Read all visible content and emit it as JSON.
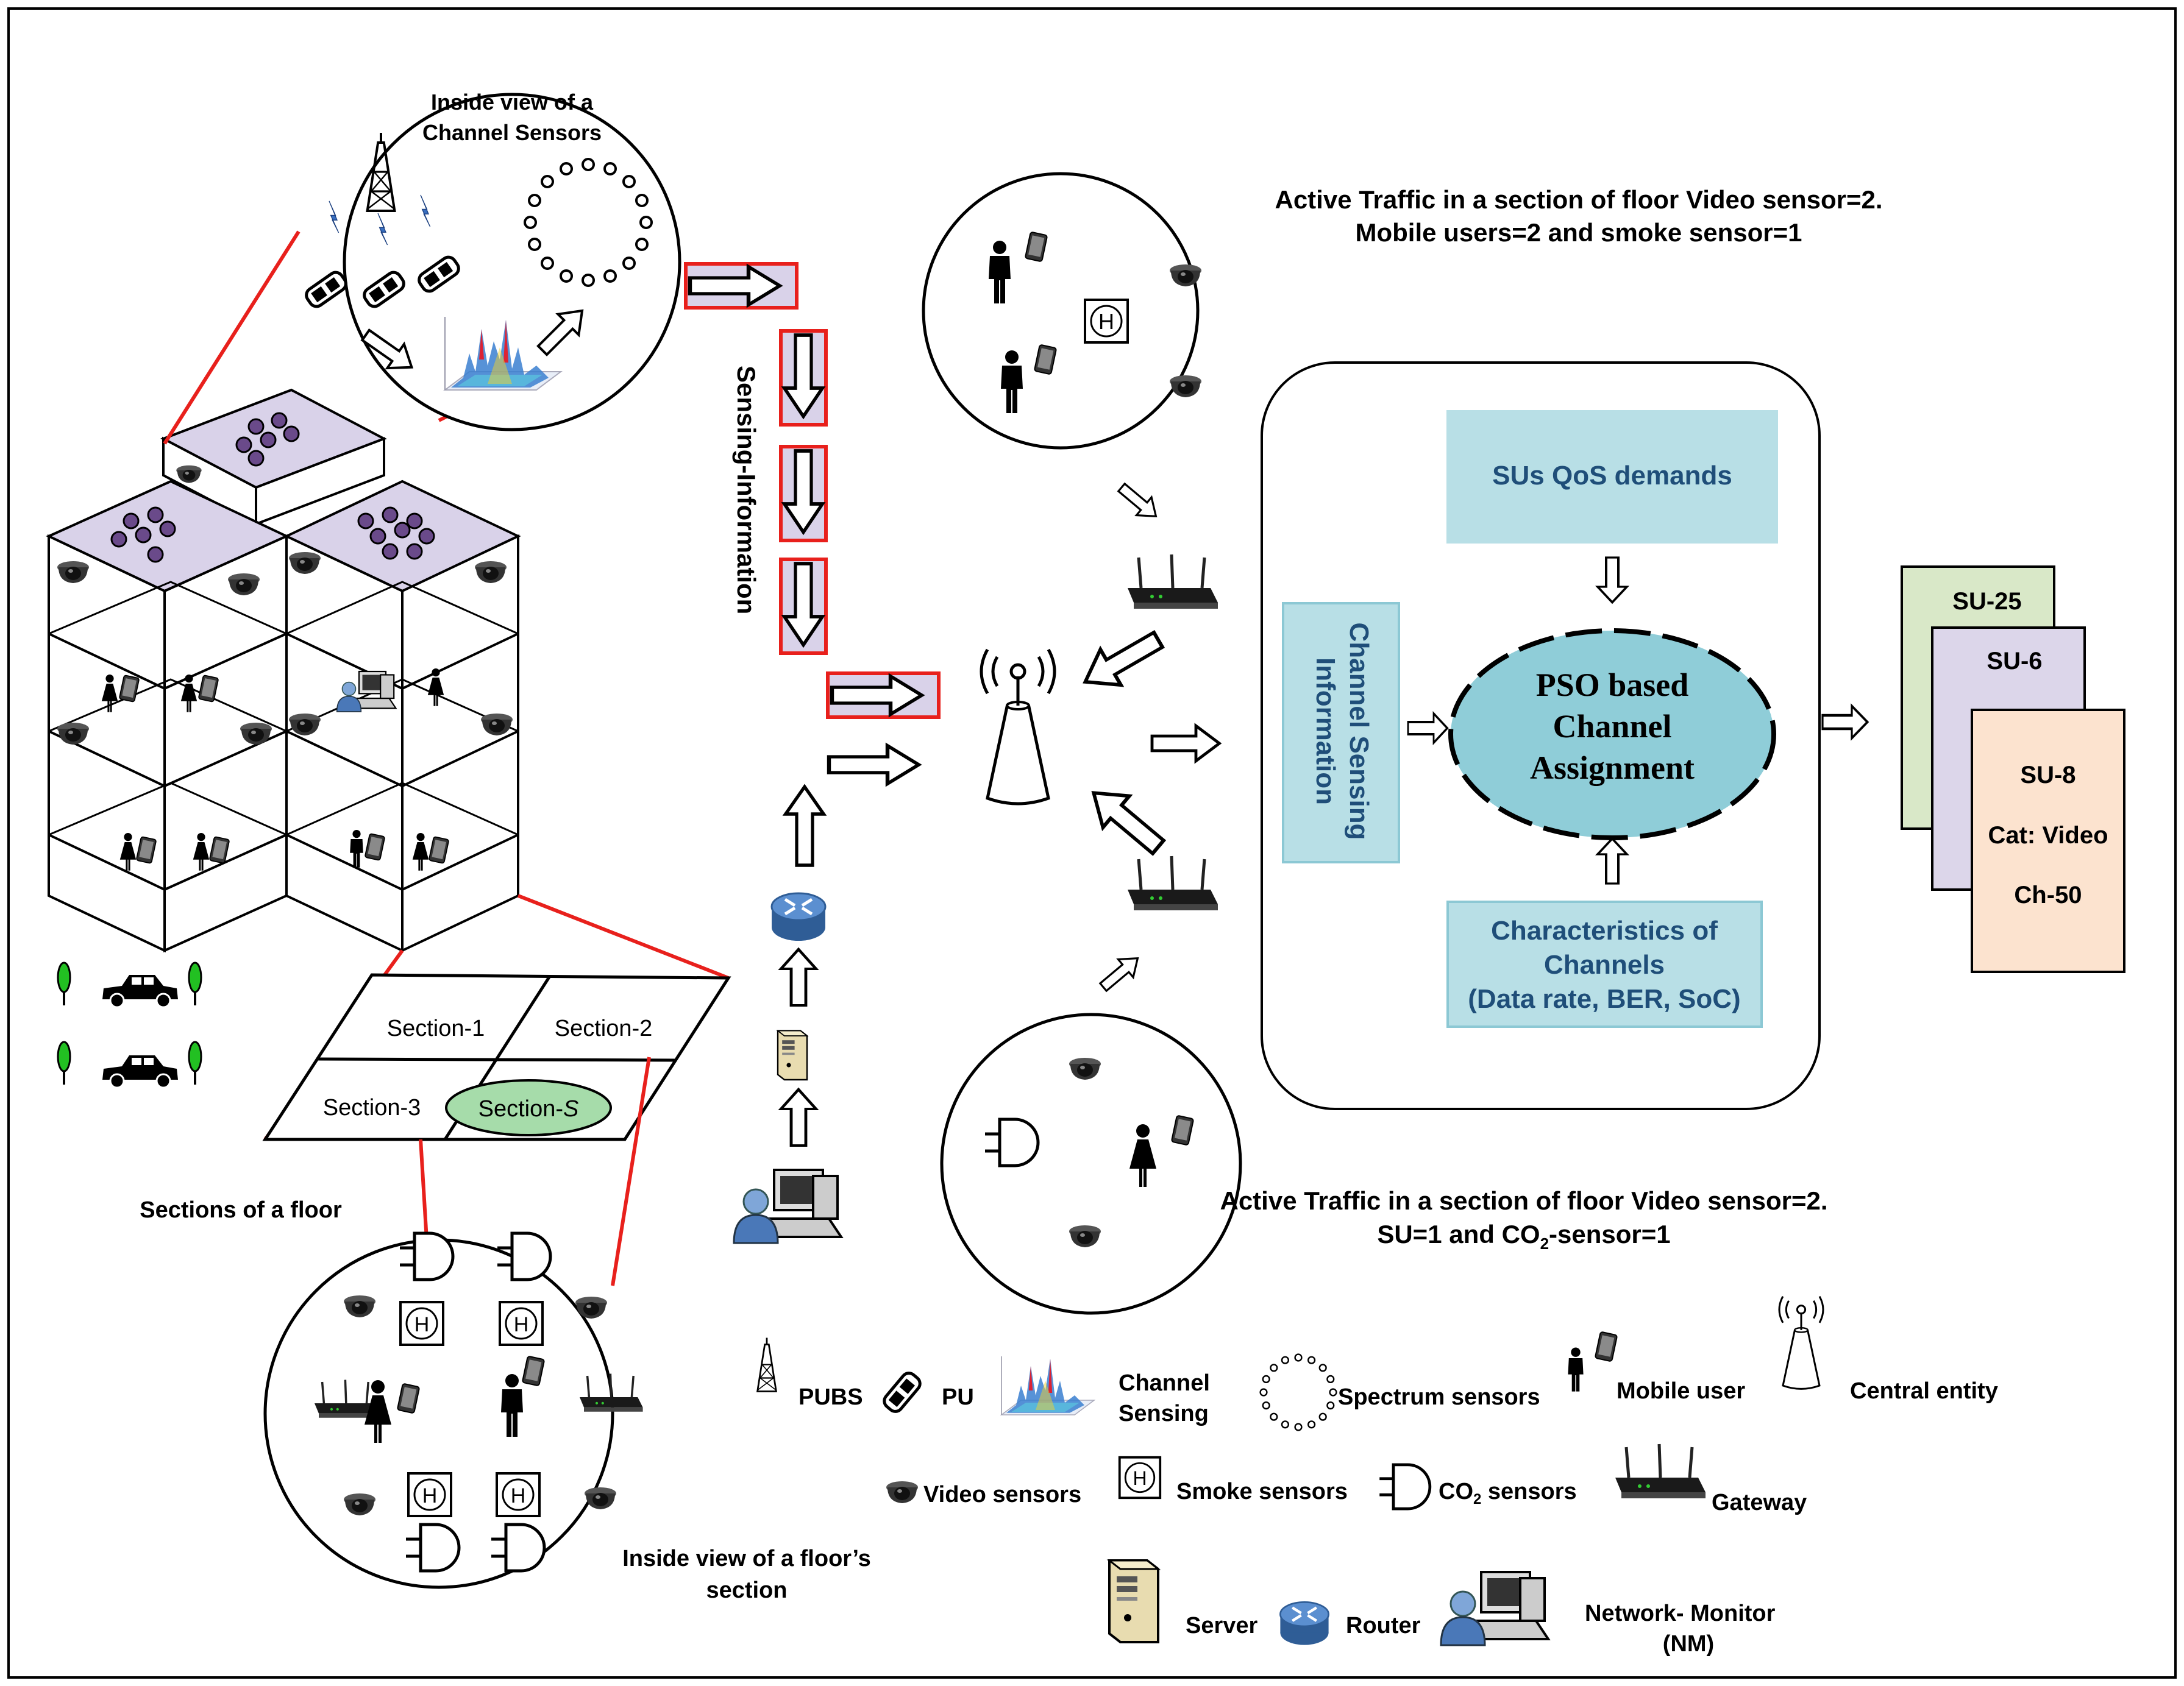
{
  "insideChannelSensors": {
    "line1": "Inside view of a",
    "line2": "Channel Sensors"
  },
  "sensingInformation": "Sensing-Information",
  "traffic1": {
    "line1": "Active Traffic in a section of floor Video sensor=2.",
    "line2": "Mobile users=2 and smoke sensor=1"
  },
  "traffic2": {
    "line1": "Active Traffic in a section of floor Video sensor=2.",
    "line2a": "SU=1 and CO",
    "line2sub": "2",
    "line2b": "-sensor=1"
  },
  "qos": "SUs QoS demands",
  "channelSensing": {
    "line1": "Channel Sensing",
    "line2": "Information"
  },
  "pso": {
    "line1": "PSO based",
    "line2": "Channel",
    "line3": "Assignment"
  },
  "characteristics": {
    "line1": "Characteristics of",
    "line2": "Channels",
    "line3": "(Data rate, BER, SoC)"
  },
  "cards": {
    "su25": "SU-25",
    "su6": "SU-6",
    "su8": "SU-8",
    "cat": "Cat: Video",
    "ch": "Ch-50"
  },
  "sections": {
    "s1": "Section-1",
    "s2": "Section-2",
    "s3": "Section-3",
    "sS_prefix": "Section-",
    "sS_italic": "S"
  },
  "sectionsOfFloor": "Sections of a floor",
  "insideFloor": {
    "line1": "Inside view of a floor’s",
    "line2": "section"
  },
  "smokeGlyph": "H",
  "legend": {
    "pubs": "PUBS",
    "pu": "PU",
    "channelSensing1": "Channel",
    "channelSensing2": "Sensing",
    "spectrum": "Spectrum sensors",
    "mobile": "Mobile user",
    "central": "Central entity",
    "video": "Video sensors",
    "smoke": "Smoke sensors",
    "co2a": "CO",
    "co2sub": "2",
    "co2b": " sensors",
    "gateway": "Gateway",
    "server": "Server",
    "router": "Router",
    "nm1": "Network- Monitor",
    "nm2": "(NM)"
  },
  "colors": {
    "red": "#e8201c",
    "lavender": "#d9d2e9",
    "lightBlue": "#b8dfe6",
    "ellipse": "#8fcdd8",
    "green": "#d9e8c8",
    "lilac": "#dcd6ea",
    "peach": "#fce3cf",
    "sectionGreen": "#a6dcaa"
  }
}
